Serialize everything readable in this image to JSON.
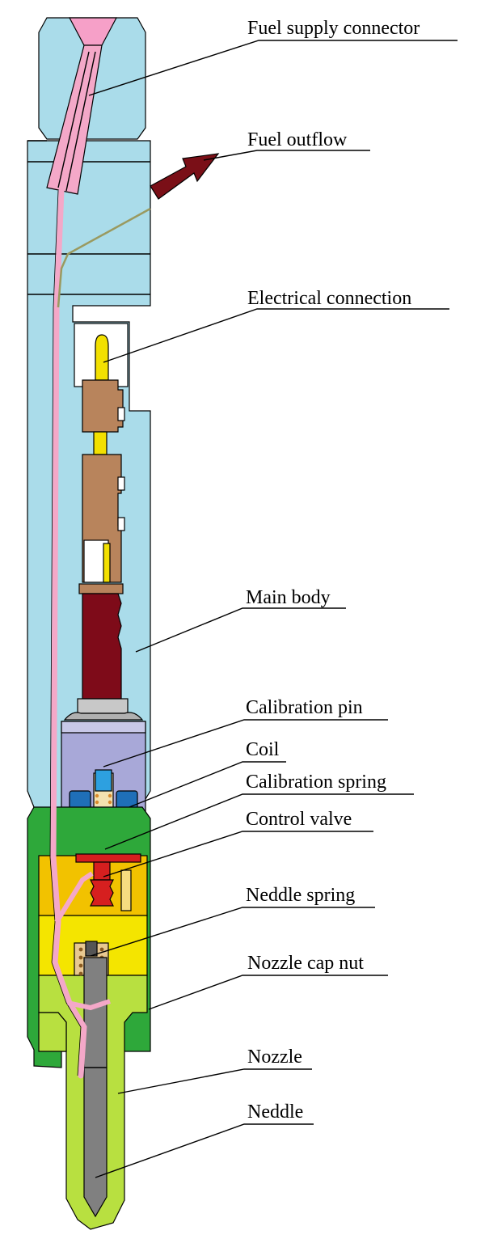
{
  "labels": {
    "fuel_supply_connector": "Fuel supply connector",
    "fuel_outflow": "Fuel outflow",
    "electrical_connection": "Electrical connection",
    "main_body": "Main body",
    "calibration_pin": "Calibration pin",
    "coil": "Coil",
    "calibration_spring": "Calibration spring",
    "control_valve": "Control valve",
    "neddle_spring": "Neddle spring",
    "nozzle_cap_nut": "Nozzle cap nut",
    "nozzle": "Nozzle",
    "neddle": "Neddle"
  },
  "colors": {
    "main_body": "#aadcea",
    "fuel_line": "#f4a8c8",
    "fuel_connector": "#f6a0c8",
    "outflow_arrow": "#7a0f17",
    "electrical_pin": "#f2e000",
    "terminal_brown": "#b8845c",
    "armature_dark_red": "#7e0b19",
    "coil_housing": "#a8a8d8",
    "coil_blue": "#1f6fb8",
    "calibration_pin": "#2da0e0",
    "spring_orange": "#d98a2c",
    "control_valve_red": "#d61f1f",
    "valve_block_orange": "#f2c200",
    "neddle_spring_block_yellow": "#f4e500",
    "nozzle_cap_nut_green": "#2ea83a",
    "nozzle_lime": "#b8e040",
    "neddle_grey": "#808080"
  }
}
